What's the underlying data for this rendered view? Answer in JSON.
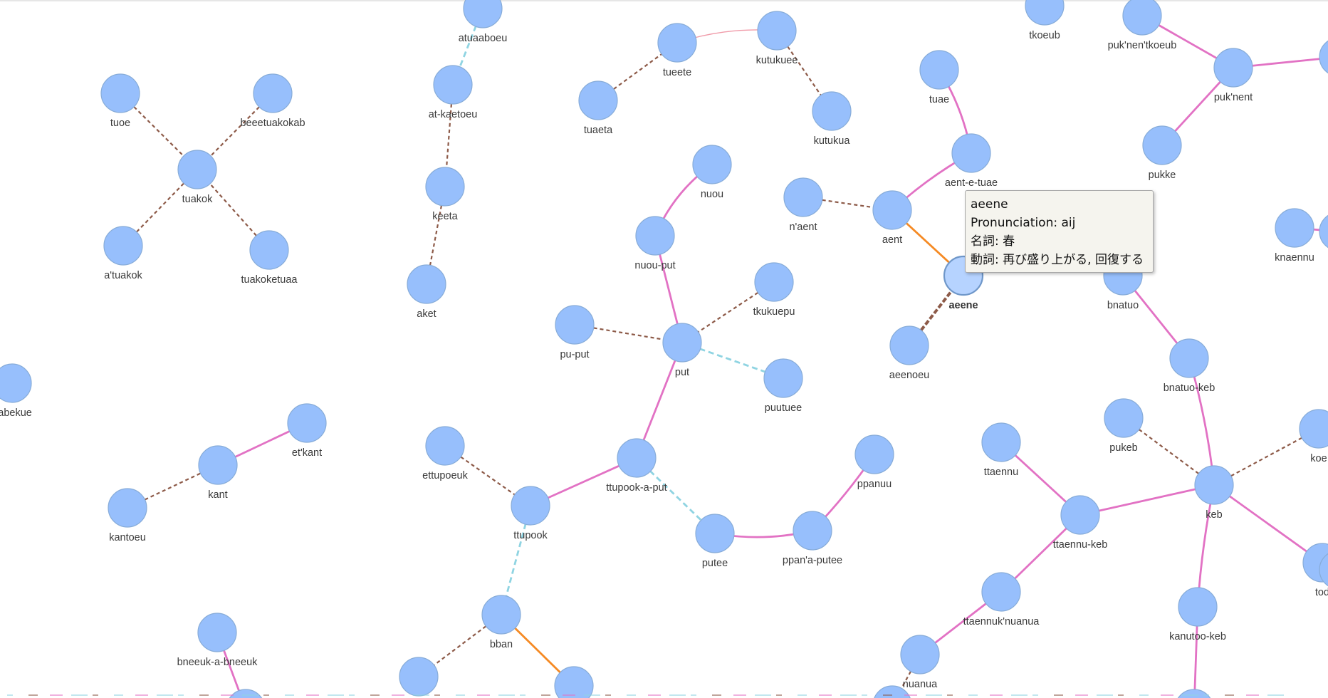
{
  "graph": {
    "nodes": [
      {
        "id": "tuoe",
        "label": "tuoe"
      },
      {
        "id": "beeetuakokab",
        "label": "beeetuakokab"
      },
      {
        "id": "tuakok",
        "label": "tuakok"
      },
      {
        "id": "a'tuakok",
        "label": "a'tuakok"
      },
      {
        "id": "tuakoketuaa",
        "label": "tuakoketuaa"
      },
      {
        "id": "nabekue",
        "label": "nabekue"
      },
      {
        "id": "et'kant",
        "label": "et'kant"
      },
      {
        "id": "kant",
        "label": "kant"
      },
      {
        "id": "kantoeu",
        "label": "kantoeu"
      },
      {
        "id": "bneeuk-a-bneeuk",
        "label": "bneeuk-a-bneeuk"
      },
      {
        "id": "atuaaboeu",
        "label": "atuaaboeu"
      },
      {
        "id": "at-kaetoeu",
        "label": "at-kaetoeu"
      },
      {
        "id": "keeta",
        "label": "keeta"
      },
      {
        "id": "aket",
        "label": "aket"
      },
      {
        "id": "tueete",
        "label": "tueete"
      },
      {
        "id": "kutukuee",
        "label": "kutukuee"
      },
      {
        "id": "tuaeta",
        "label": "tuaeta"
      },
      {
        "id": "kutukua",
        "label": "kutukua"
      },
      {
        "id": "nuou",
        "label": "nuou"
      },
      {
        "id": "nuou-put",
        "label": "nuou-put"
      },
      {
        "id": "tkukuepu",
        "label": "tkukuepu"
      },
      {
        "id": "pu-put",
        "label": "pu-put"
      },
      {
        "id": "put",
        "label": "put"
      },
      {
        "id": "puutuee",
        "label": "puutuee"
      },
      {
        "id": "ettupoeuk",
        "label": "ettupoeuk"
      },
      {
        "id": "ttupook-a-put",
        "label": "ttupook-a-put"
      },
      {
        "id": "ttupook",
        "label": "ttupook"
      },
      {
        "id": "ppanuu",
        "label": "ppanuu"
      },
      {
        "id": "putee",
        "label": "putee"
      },
      {
        "id": "ppan'a-putee",
        "label": "ppan'a-putee"
      },
      {
        "id": "bban",
        "label": "bban"
      },
      {
        "id": "bban-left",
        "label": ""
      },
      {
        "id": "bban-right",
        "label": ""
      },
      {
        "id": "tuae",
        "label": "tuae"
      },
      {
        "id": "aent-e-tuae",
        "label": "aent-e-tuae"
      },
      {
        "id": "n'aent",
        "label": "n'aent"
      },
      {
        "id": "aent",
        "label": "aent"
      },
      {
        "id": "aeene",
        "label": "aeene"
      },
      {
        "id": "aeenoeu",
        "label": "aeenoeu"
      },
      {
        "id": "tkoeub",
        "label": "tkoeub"
      },
      {
        "id": "puk'nen'tkoeub",
        "label": "puk'nen'tkoeub"
      },
      {
        "id": "puk'nent",
        "label": "puk'nent"
      },
      {
        "id": "pukke",
        "label": "pukke"
      },
      {
        "id": "knaennu",
        "label": "knaennu"
      },
      {
        "id": "bnatuo",
        "label": "bnatuo"
      },
      {
        "id": "bnatuo-keb",
        "label": "bnatuo-keb"
      },
      {
        "id": "pukeb",
        "label": "pukeb"
      },
      {
        "id": "keb",
        "label": "keb"
      },
      {
        "id": "koe",
        "label": "koe"
      },
      {
        "id": "tod",
        "label": "tod"
      },
      {
        "id": "ttaennu",
        "label": "ttaennu"
      },
      {
        "id": "ttaennu-keb",
        "label": "ttaennu-keb"
      },
      {
        "id": "ttaennuk'nuanua",
        "label": "ttaennuk'nuanua"
      },
      {
        "id": "nuanua",
        "label": "nuanua"
      },
      {
        "id": "kanutoo-keb",
        "label": "kanutoo-keb"
      },
      {
        "id": "kanutoo-bottom",
        "label": ""
      },
      {
        "id": "bneeuk-bottom",
        "label": ""
      },
      {
        "id": "nuanua-bottom",
        "label": ""
      },
      {
        "id": "puk'nent-right",
        "label": ""
      },
      {
        "id": "knaennu-right",
        "label": ""
      },
      {
        "id": "tod-right",
        "label": ""
      }
    ],
    "edges": [
      {
        "from": "tuoe",
        "to": "tuakok",
        "style": "brown-dashed"
      },
      {
        "from": "beeetuakokab",
        "to": "tuakok",
        "style": "brown-dashed"
      },
      {
        "from": "a'tuakok",
        "to": "tuakok",
        "style": "brown-dashed"
      },
      {
        "from": "tuakoketuaa",
        "to": "tuakok",
        "style": "brown-dashed"
      },
      {
        "from": "kantoeu",
        "to": "kant",
        "style": "brown-dashed"
      },
      {
        "from": "kant",
        "to": "et'kant",
        "style": "pink-solid"
      },
      {
        "from": "bneeuk-a-bneeuk",
        "to": "bneeuk-bottom",
        "style": "pink-solid"
      },
      {
        "from": "atuaaboeu",
        "to": "at-kaetoeu",
        "style": "cyan-dashed"
      },
      {
        "from": "at-kaetoeu",
        "to": "keeta",
        "style": "brown-dashed"
      },
      {
        "from": "keeta",
        "to": "aket",
        "style": "brown-dashed"
      },
      {
        "from": "tuaeta",
        "to": "tueete",
        "style": "brown-dashed"
      },
      {
        "from": "tueete",
        "to": "kutukuee",
        "style": "thin-red-solid"
      },
      {
        "from": "kutukuee",
        "to": "kutukua",
        "style": "brown-dashed"
      },
      {
        "from": "nuou",
        "to": "nuou-put",
        "style": "pink-solid"
      },
      {
        "from": "nuou-put",
        "to": "put",
        "style": "pink-solid"
      },
      {
        "from": "pu-put",
        "to": "put",
        "style": "brown-dashed"
      },
      {
        "from": "tkukuepu",
        "to": "put",
        "style": "brown-dashed"
      },
      {
        "from": "put",
        "to": "puutuee",
        "style": "cyan-dashed"
      },
      {
        "from": "put",
        "to": "ttupook-a-put",
        "style": "pink-solid"
      },
      {
        "from": "ttupook-a-put",
        "to": "ttupook",
        "style": "pink-solid"
      },
      {
        "from": "ettupoeuk",
        "to": "ttupook",
        "style": "brown-dashed"
      },
      {
        "from": "ttupook-a-put",
        "to": "putee",
        "style": "cyan-dashed"
      },
      {
        "from": "putee",
        "to": "ppan'a-putee",
        "style": "pink-solid"
      },
      {
        "from": "ppan'a-putee",
        "to": "ppanuu",
        "style": "pink-solid"
      },
      {
        "from": "ttupook",
        "to": "bban",
        "style": "cyan-dashed"
      },
      {
        "from": "bban",
        "to": "bban-left",
        "style": "brown-dashed"
      },
      {
        "from": "bban",
        "to": "bban-right",
        "style": "orange-solid"
      },
      {
        "from": "tuae",
        "to": "aent-e-tuae",
        "style": "pink-solid"
      },
      {
        "from": "aent-e-tuae",
        "to": "aent",
        "style": "pink-solid"
      },
      {
        "from": "n'aent",
        "to": "aent",
        "style": "brown-dashed"
      },
      {
        "from": "aent",
        "to": "aeene",
        "style": "orange-solid"
      },
      {
        "from": "aeene",
        "to": "aeenoeu",
        "style": "brown-dashed-bold"
      },
      {
        "from": "puk'nen'tkoeub",
        "to": "puk'nent",
        "style": "pink-solid"
      },
      {
        "from": "puk'nent",
        "to": "pukke",
        "style": "pink-solid"
      },
      {
        "from": "puk'nent",
        "to": "puk'nent-right",
        "style": "pink-solid"
      },
      {
        "from": "knaennu",
        "to": "knaennu-right",
        "style": "pink-solid"
      },
      {
        "from": "bnatuo",
        "to": "bnatuo-keb",
        "style": "pink-solid"
      },
      {
        "from": "bnatuo-keb",
        "to": "keb",
        "style": "pink-solid"
      },
      {
        "from": "pukeb",
        "to": "keb",
        "style": "brown-dashed"
      },
      {
        "from": "keb",
        "to": "koe",
        "style": "brown-dashed"
      },
      {
        "from": "keb",
        "to": "tod",
        "style": "pink-solid"
      },
      {
        "from": "tod",
        "to": "tod-right",
        "style": "pink-solid"
      },
      {
        "from": "ttaennu",
        "to": "ttaennu-keb",
        "style": "pink-solid"
      },
      {
        "from": "ttaennu-keb",
        "to": "keb",
        "style": "pink-solid"
      },
      {
        "from": "ttaennu-keb",
        "to": "ttaennuk'nuanua",
        "style": "pink-solid"
      },
      {
        "from": "ttaennuk'nuanua",
        "to": "nuanua",
        "style": "pink-solid"
      },
      {
        "from": "nuanua",
        "to": "nuanua-bottom",
        "style": "brown-dashed"
      },
      {
        "from": "keb",
        "to": "kanutoo-keb",
        "style": "pink-solid"
      },
      {
        "from": "kanutoo-keb",
        "to": "kanutoo-bottom",
        "style": "pink-solid"
      }
    ],
    "hovered_node": "aeene",
    "colors": {
      "node_fill": "#97bffc",
      "node_stroke": "#87acd8",
      "brown": "#8d5a48",
      "pink": "#e272c4",
      "cyan": "#8fd4e2",
      "orange": "#f58a24",
      "thin_red": "#f09aa8"
    }
  },
  "tooltip": {
    "word": "aeene",
    "pronunciation": "Pronunciation: aij",
    "noun": "名詞: 春",
    "verb": "動詞: 再び盛り上がる, 回復する"
  }
}
